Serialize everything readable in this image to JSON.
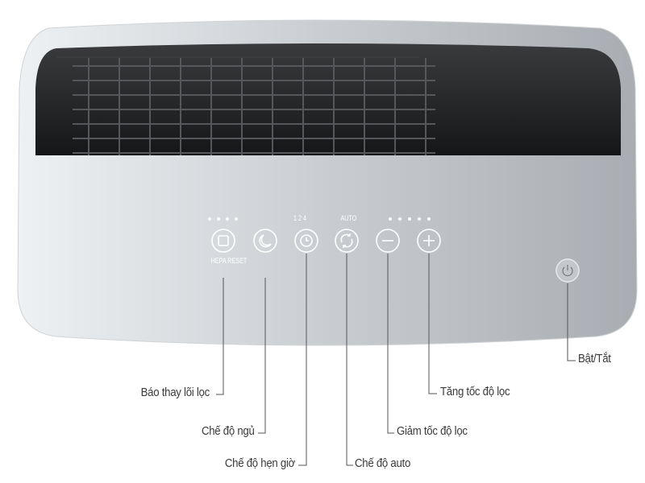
{
  "panel": {
    "hepa_reset_label": "HEPA RESET",
    "timer_options": "1  2  4",
    "auto_label": "AUTO",
    "filter_indicator_dots": 4,
    "speed_indicator_dots": 5
  },
  "buttons": [
    {
      "icon": "square-icon",
      "name": "hepa-reset-button"
    },
    {
      "icon": "moon-icon",
      "name": "sleep-button"
    },
    {
      "icon": "clock-icon",
      "name": "timer-button"
    },
    {
      "icon": "refresh-icon",
      "name": "auto-button"
    },
    {
      "icon": "minus-icon",
      "name": "decrease-speed-button"
    },
    {
      "icon": "plus-icon",
      "name": "increase-speed-button"
    },
    {
      "icon": "power-icon",
      "name": "power-button"
    }
  ],
  "callouts": {
    "filter_replace": "Báo thay lõi lọc",
    "sleep_mode": "Chế độ ngủ",
    "timer_mode": "Chế độ hẹn giờ",
    "auto_mode": "Chế độ auto",
    "decrease_speed": "Giảm tốc độ lọc",
    "increase_speed": "Tăng tốc độ lọc",
    "power": "Bật/Tắt"
  },
  "colors": {
    "body": "#dfe2e5",
    "grille": "#1e1f21",
    "text": "#3a3a3a",
    "line": "#555555"
  }
}
